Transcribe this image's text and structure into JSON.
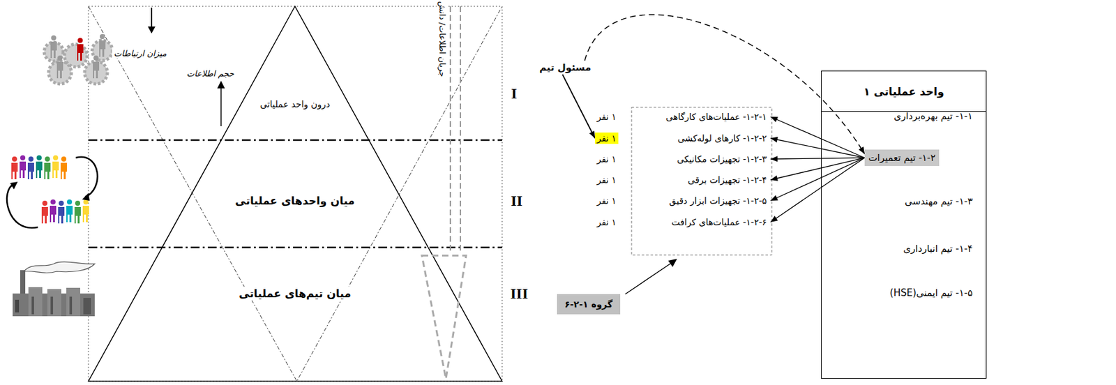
{
  "diagram": {
    "nodes": [
      {
        "text": [
          "واحد عملیاتی ۱"
        ]
      },
      {
        "text": [
          "۱-۱- تیم بهره‌برداری"
        ],
        "in": 0
      },
      {
        "text": [
          "۱-۲- تیم تعمیرات"
        ],
        "in": 0
      },
      {
        "text": [
          "۱-۳- تیم مهندسی"
        ],
        "in": 0
      },
      {
        "text": [
          "۱-۴- تیم انبارداری"
        ],
        "in": 0
      },
      {
        "text": [
          "۱-۵- تیم ایمنی(HSE)"
        ],
        "in": 0
      },
      {
        "text": [
          "۱-۲-۱- عملیات‌های کارگاهی",
          "۱ نفر"
        ]
      },
      {
        "text": [
          "۱-۲-۲- کارهای لوله‌کشی",
          "۱ نفر"
        ]
      },
      {
        "text": [
          "۱-۲-۳- تجهیزات مکانیکی",
          "۱ نفر"
        ]
      },
      {
        "text": [
          "۱-۲-۴- تجهیزات برقی",
          "۱ نفر"
        ]
      },
      {
        "text": [
          "۱-۲-۵- تجهیزات ابزار دقیق",
          "۱ نفر"
        ]
      },
      {
        "text": [
          "۱-۲-۶- عملیات‌های کرافت",
          "۱ نفر"
        ]
      },
      {
        "text": [
          "مسئول تیم"
        ]
      },
      {
        "text": [
          "گروه ۱-۲-۶"
        ]
      }
    ],
    "edges": [
      {
        "from": 2,
        "to": 6,
        "arrow": "to"
      },
      {
        "from": 2,
        "to": 7,
        "arrow": "to"
      },
      {
        "from": 2,
        "to": 8,
        "arrow": "to"
      },
      {
        "from": 2,
        "to": 9,
        "arrow": "to"
      },
      {
        "from": 2,
        "to": 10,
        "arrow": "to"
      },
      {
        "from": 2,
        "to": 11,
        "arrow": "to"
      },
      {
        "from": 12,
        "to": 7,
        "arrow": "to"
      },
      {
        "from": 12,
        "to": 2,
        "arrow": "to"
      }
    ],
    "labels": [
      "میزان ارتباطات",
      "حجم اطلاعات",
      "درون واحد عملیاتی",
      "جریان اطلاعات/ دانش",
      "I",
      "میان واحدهای عملیاتی",
      "II",
      "میان تیم‌های عملیاتی",
      "III"
    ]
  }
}
